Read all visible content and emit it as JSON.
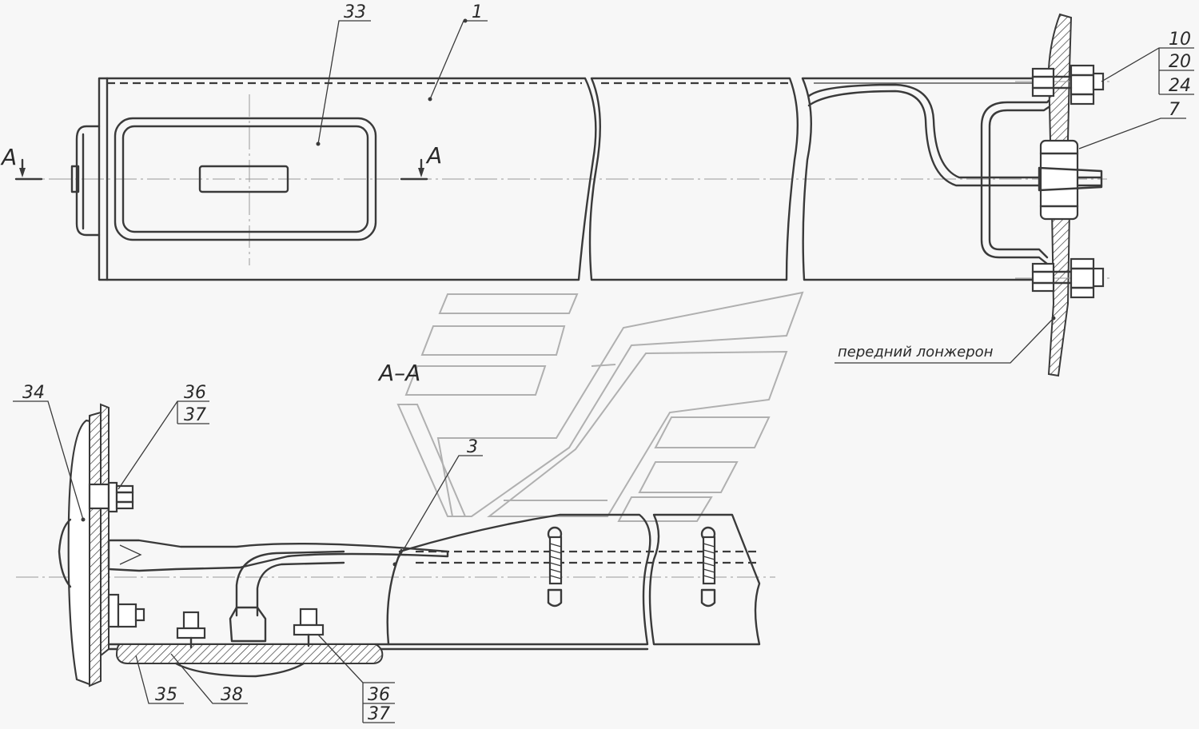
{
  "section_label": "A–A",
  "cut_mark": "A",
  "note_text": "передний лонжерон",
  "callouts": {
    "c1": "1",
    "c33": "33",
    "c10": "10",
    "c20": "20",
    "c24": "24",
    "c7": "7",
    "c34": "34",
    "c36a": "36",
    "c37a": "37",
    "c3": "3",
    "c35": "35",
    "c38": "38",
    "c36b": "36",
    "c37b": "37"
  },
  "colors": {
    "line": "#3a3a3a",
    "background": "#f7f7f7",
    "watermark": "#b0b0b0"
  }
}
